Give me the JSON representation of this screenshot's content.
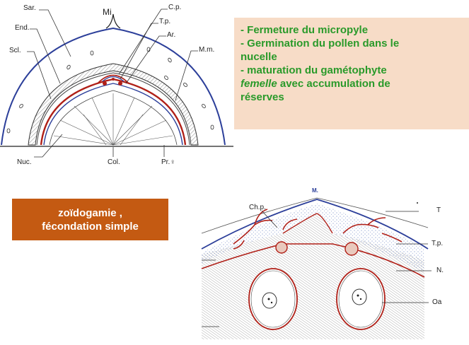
{
  "diagram_top": {
    "labels": {
      "sar": "Sar.",
      "mi": "Mi",
      "cp": "C.p.",
      "tp": "T.p.",
      "ar": "Ar.",
      "end": "End.",
      "scl": "Scl.",
      "mm": "M.m.",
      "nuc": "Nuc.",
      "col": "Col.",
      "pr": "Pr.♀"
    }
  },
  "info_box": {
    "line1": "- Fermeture du micropyle",
    "line2": "- Germination du pollen dans le",
    "line3": "nucelle",
    "line4": "- maturation du gamétophyte",
    "line5_italic": "femelle",
    "line5_rest": " avec accumulation de",
    "line6": "réserves"
  },
  "orange_box": {
    "line1": "zoïdogamie ,",
    "line2": "fécondation simple"
  },
  "diagram_bottom": {
    "labels": {
      "m": "M.",
      "chp": "Ch.p.",
      "t": "T",
      "tp": "T.p.",
      "n": "N.",
      "oa": "Oa"
    }
  },
  "colors": {
    "info_bg": "#f7dcc7",
    "info_text": "#2a9a2a",
    "orange_bg": "#c45a12",
    "blue_line": "#2c3f9a",
    "red_line": "#b02018"
  }
}
